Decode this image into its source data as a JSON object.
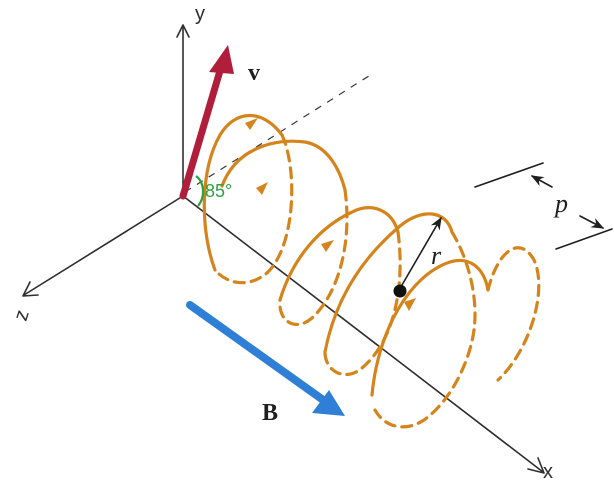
{
  "axes": {
    "x_label": "x",
    "y_label": "y",
    "z_label": "z"
  },
  "velocity": {
    "label": "v",
    "color": "#b01e3c"
  },
  "magnetic_field": {
    "label": "B",
    "color": "#2f7fd6"
  },
  "angle": {
    "label": "85°",
    "color": "#2ea043"
  },
  "radius": {
    "label": "r"
  },
  "pitch": {
    "label": "p"
  },
  "helix": {
    "color": "#d5841c",
    "turns": 4
  },
  "icons": [
    "velocity-arrow-icon",
    "field-arrow-icon",
    "direction-arrow-icon"
  ]
}
